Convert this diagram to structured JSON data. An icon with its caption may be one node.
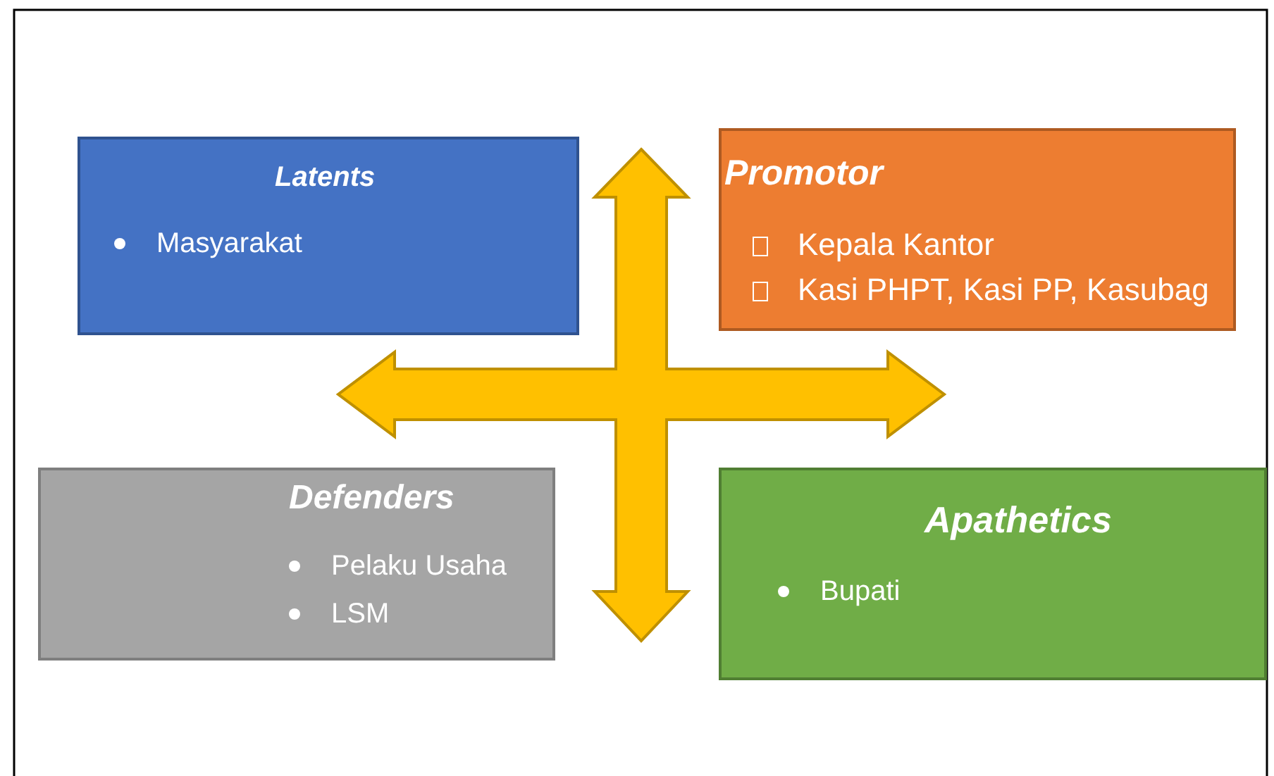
{
  "diagram": {
    "nodes": [
      {
        "text": [
          "Latents",
          "Masyarakat"
        ]
      },
      {
        "text": [
          "Promotor",
          "Kepala Kantor",
          "Kasi PHPT, Kasi PP, Kasubag"
        ]
      },
      {
        "text": [
          "Defenders",
          "Pelaku Usaha",
          "LSM"
        ]
      },
      {
        "text": [
          "Apathetics",
          "Bupati"
        ]
      }
    ]
  }
}
